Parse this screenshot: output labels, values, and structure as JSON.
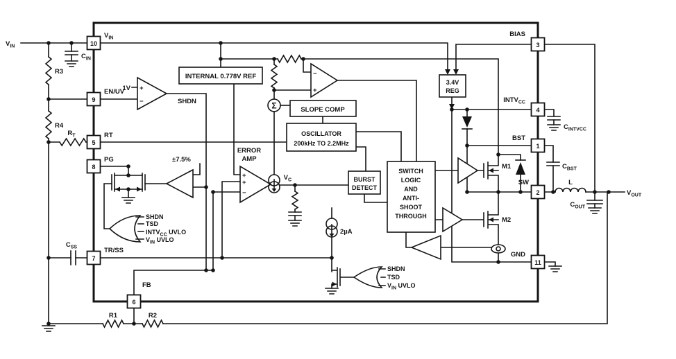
{
  "external": {
    "vin_terminal": {
      "pre": "V",
      "sub": "IN"
    },
    "vout_terminal": {
      "pre": "V",
      "sub": "OUT"
    },
    "components": {
      "cin": {
        "pre": "C",
        "sub": "IN"
      },
      "r3": "R3",
      "r4": "R4",
      "rt": {
        "pre": "R",
        "sub": "T"
      },
      "css": {
        "pre": "C",
        "sub": "SS"
      },
      "r1": "R1",
      "r2": "R2",
      "cintvcc": {
        "pre": "C",
        "sub": "INTVCC"
      },
      "cbst": {
        "pre": "C",
        "sub": "BST"
      },
      "l": "L",
      "cout": {
        "pre": "C",
        "sub": "OUT"
      }
    }
  },
  "pins": {
    "p10": {
      "num": "10",
      "name": {
        "pre": "V",
        "sub": "IN"
      }
    },
    "p9": {
      "num": "9",
      "name": "EN/UV"
    },
    "p5": {
      "num": "5",
      "name": "RT"
    },
    "p8": {
      "num": "8",
      "name": "PG"
    },
    "p7": {
      "num": "7",
      "name": "TR/SS"
    },
    "p6": {
      "num": "6",
      "name": "FB"
    },
    "p3": {
      "num": "3",
      "name": "BIAS"
    },
    "p4": {
      "num": "4",
      "name": {
        "pre": "INTV",
        "sub": "CC"
      }
    },
    "p1": {
      "num": "1",
      "name": "BST"
    },
    "p2": {
      "num": "2",
      "name": "SW"
    },
    "p11": {
      "num": "11",
      "name": "GND"
    }
  },
  "blocks": {
    "ref": "INTERNAL 0.778V REF",
    "slope": "SLOPE COMP",
    "osc": [
      "OSCILLATOR",
      "200kHz TO 2.2MHz"
    ],
    "burst": [
      "BURST",
      "DETECT"
    ],
    "switch": [
      "SWITCH",
      "LOGIC",
      "AND",
      "ANTI-",
      "SHOOT",
      "THROUGH"
    ],
    "reg": [
      "3.4V",
      "REG"
    ],
    "error_amp": [
      "ERROR",
      "AMP"
    ]
  },
  "annotations": {
    "one_v": "1V",
    "shdn": "SHDN",
    "pm75": "±7.5%",
    "sigma": "Σ",
    "vc": {
      "pre": "V",
      "sub": "C"
    },
    "two_ua": "2µA",
    "m1": "M1",
    "m2": "M2",
    "plus": "+",
    "minus": "−"
  },
  "or_gates": {
    "pg": [
      "SHDN",
      "TSD",
      {
        "pre": "INTV",
        "sub": "CC",
        "post": " UVLO"
      },
      {
        "pre": "V",
        "sub": "IN",
        "post": " UVLO"
      }
    ],
    "ss": [
      "SHDN",
      "TSD",
      {
        "pre": "V",
        "sub": "IN",
        "post": " UVLO"
      }
    ]
  }
}
